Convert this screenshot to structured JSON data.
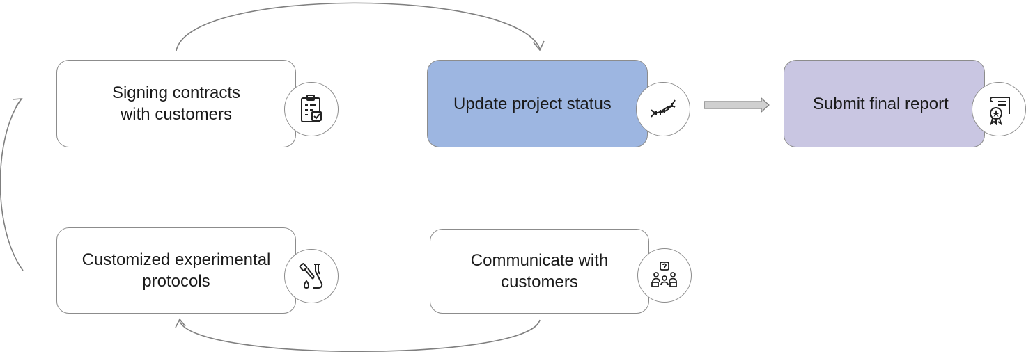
{
  "nodes": {
    "signing": {
      "label": "Signing contracts\nwith customers",
      "icon": "clipboard-check-icon"
    },
    "update": {
      "label": "Update project status",
      "icon": "dna-icon"
    },
    "submit": {
      "label": "Submit final report",
      "icon": "certificate-icon"
    },
    "protocols": {
      "label": "Customized experimental\nprotocols",
      "icon": "dropper-flask-icon"
    },
    "communicate": {
      "label": "Communicate with\ncustomers",
      "icon": "team-discussion-icon"
    }
  },
  "colors": {
    "update_fill": "#9db6e1",
    "submit_fill": "#c9c6e2",
    "connector": "#7f7f7f",
    "arrow_fill": "#d0d0d0"
  }
}
